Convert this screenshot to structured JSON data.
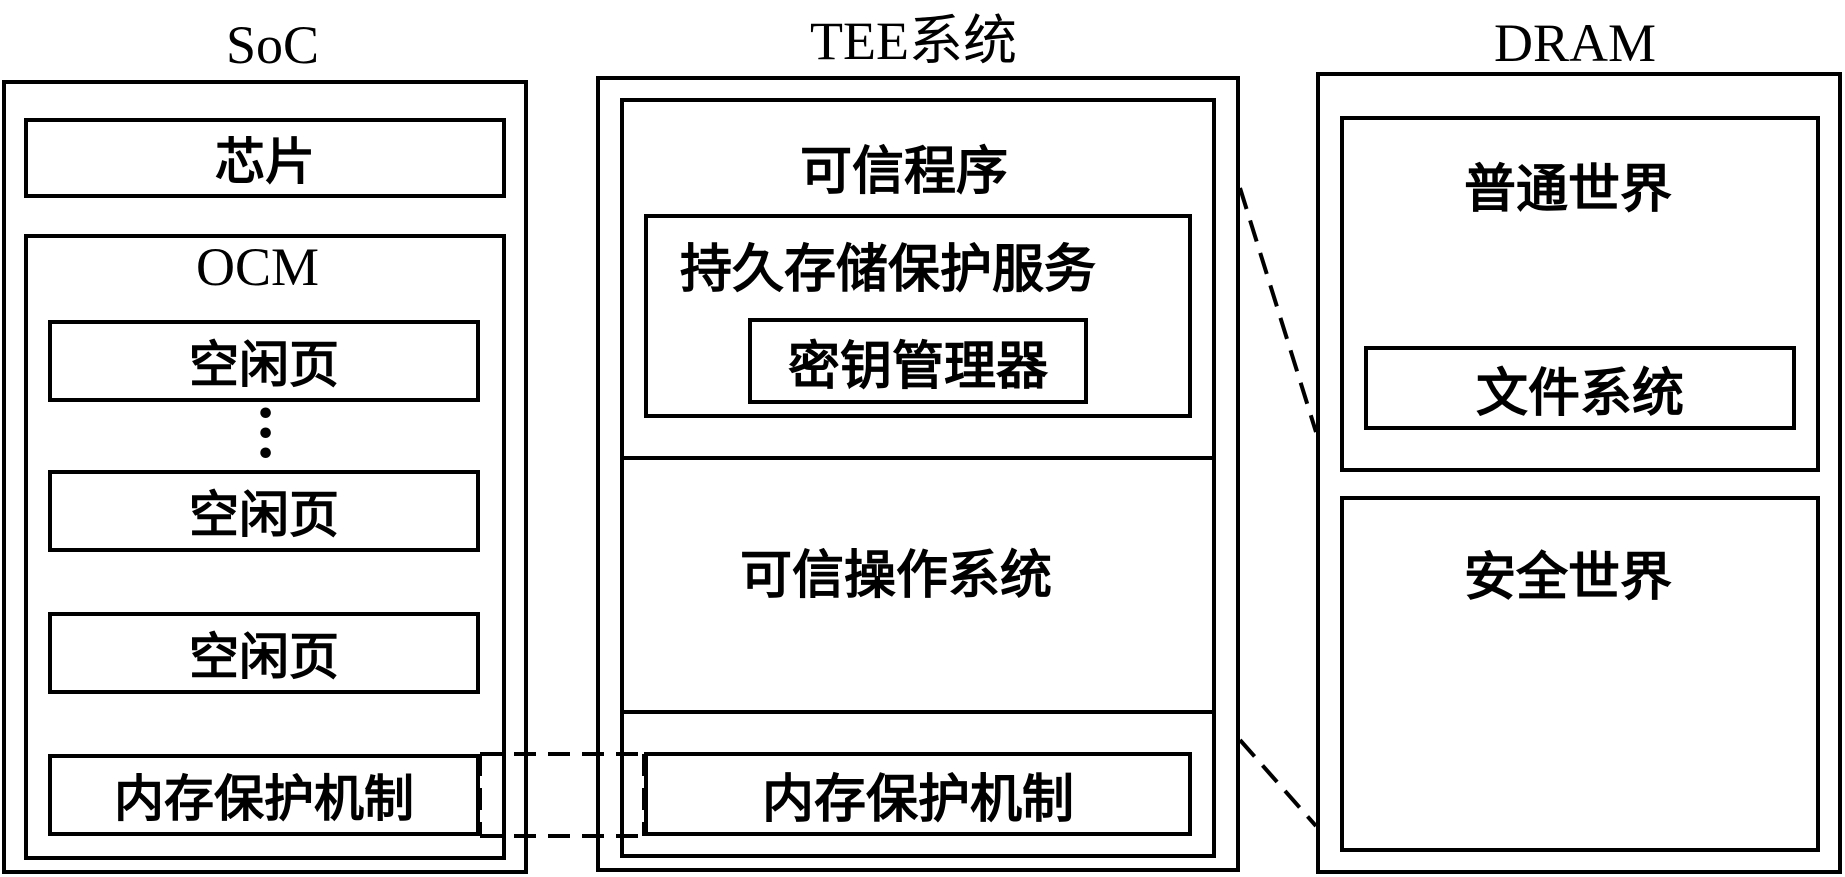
{
  "soc": {
    "title": "SoC",
    "chip": "芯片",
    "ocm": {
      "title": "OCM",
      "pages": [
        "空闲页",
        "空闲页",
        "空闲页"
      ],
      "memory_protection": "内存保护机制"
    }
  },
  "tee": {
    "title": "TEE系统",
    "trusted_app": {
      "title": "可信程序",
      "storage_service": {
        "title": "持久存储保护服务",
        "key_manager": "密钥管理器"
      }
    },
    "trusted_os": "可信操作系统",
    "memory_protection": "内存保护机制"
  },
  "dram": {
    "title": "DRAM",
    "normal_world": {
      "title": "普通世界",
      "file_system": "文件系统"
    },
    "secure_world": "安全世界"
  }
}
